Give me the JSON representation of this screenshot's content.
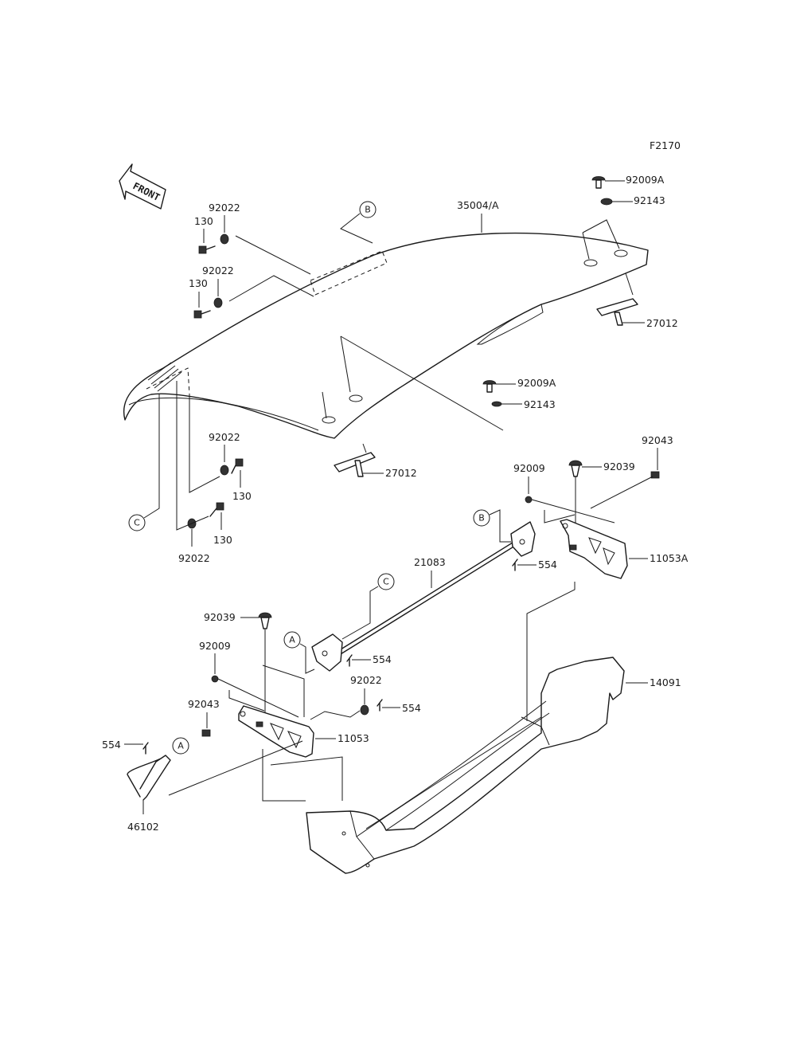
{
  "figure_code": "F2170",
  "front_label": "FRONT",
  "labels": {
    "p35004a": "35004/A",
    "p92009a_top": "92009A",
    "p92143_top": "92143",
    "p27012_right": "27012",
    "p92009a_mid": "92009A",
    "p92143_mid": "92143",
    "p27012_mid": "27012",
    "p92022_1": "92022",
    "p130_1": "130",
    "p92022_2": "92022",
    "p130_2": "130",
    "p92022_3": "92022",
    "p130_3": "130",
    "p130_4": "130",
    "p92022_4": "92022",
    "p92043_right": "92043",
    "p92009_right": "92009",
    "p92039_right": "92039",
    "p11053a": "11053A",
    "p554_1": "554",
    "p21083": "21083",
    "p92039_left": "92039",
    "p554_2": "554",
    "p92009_left": "92009",
    "p92022_5": "92022",
    "p554_3": "554",
    "p92043_left": "92043",
    "p11053": "11053",
    "p14091": "14091",
    "p554_4": "554",
    "p46102": "46102"
  },
  "callouts": {
    "b_top": "B",
    "c_left": "C",
    "b_mid": "B",
    "c_mid": "C",
    "a_mid": "A",
    "a_low": "A"
  }
}
